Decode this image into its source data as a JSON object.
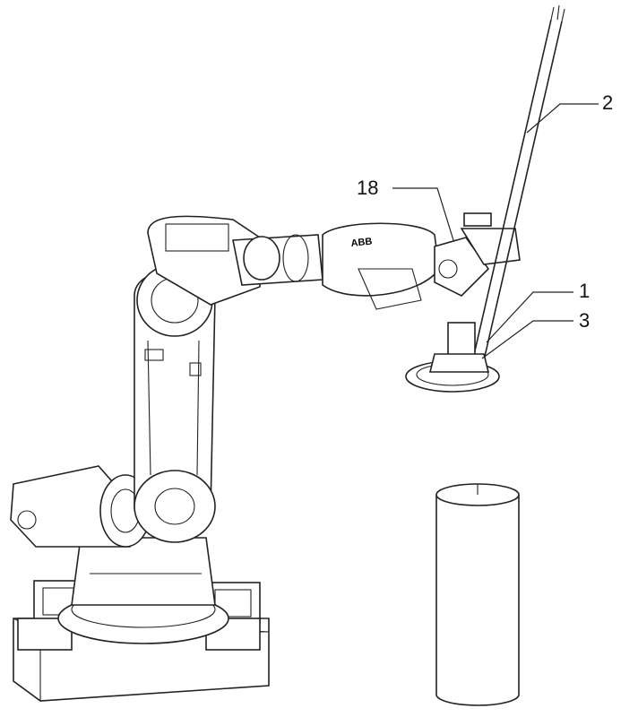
{
  "figure": {
    "labels": {
      "rod": "2",
      "wrist": "18",
      "holder": "1",
      "disc": "3"
    },
    "logo_text": "ABB"
  }
}
